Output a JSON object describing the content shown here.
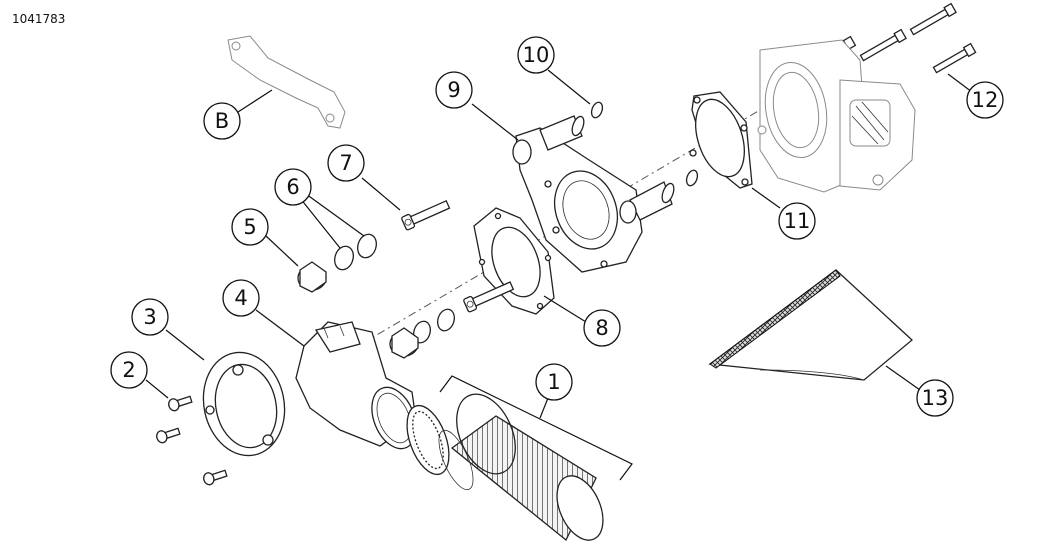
{
  "document_id": "1041783",
  "callouts": [
    "1",
    "2",
    "3",
    "4",
    "5",
    "6",
    "7",
    "8",
    "9",
    "10",
    "11",
    "12",
    "13",
    "B"
  ]
}
